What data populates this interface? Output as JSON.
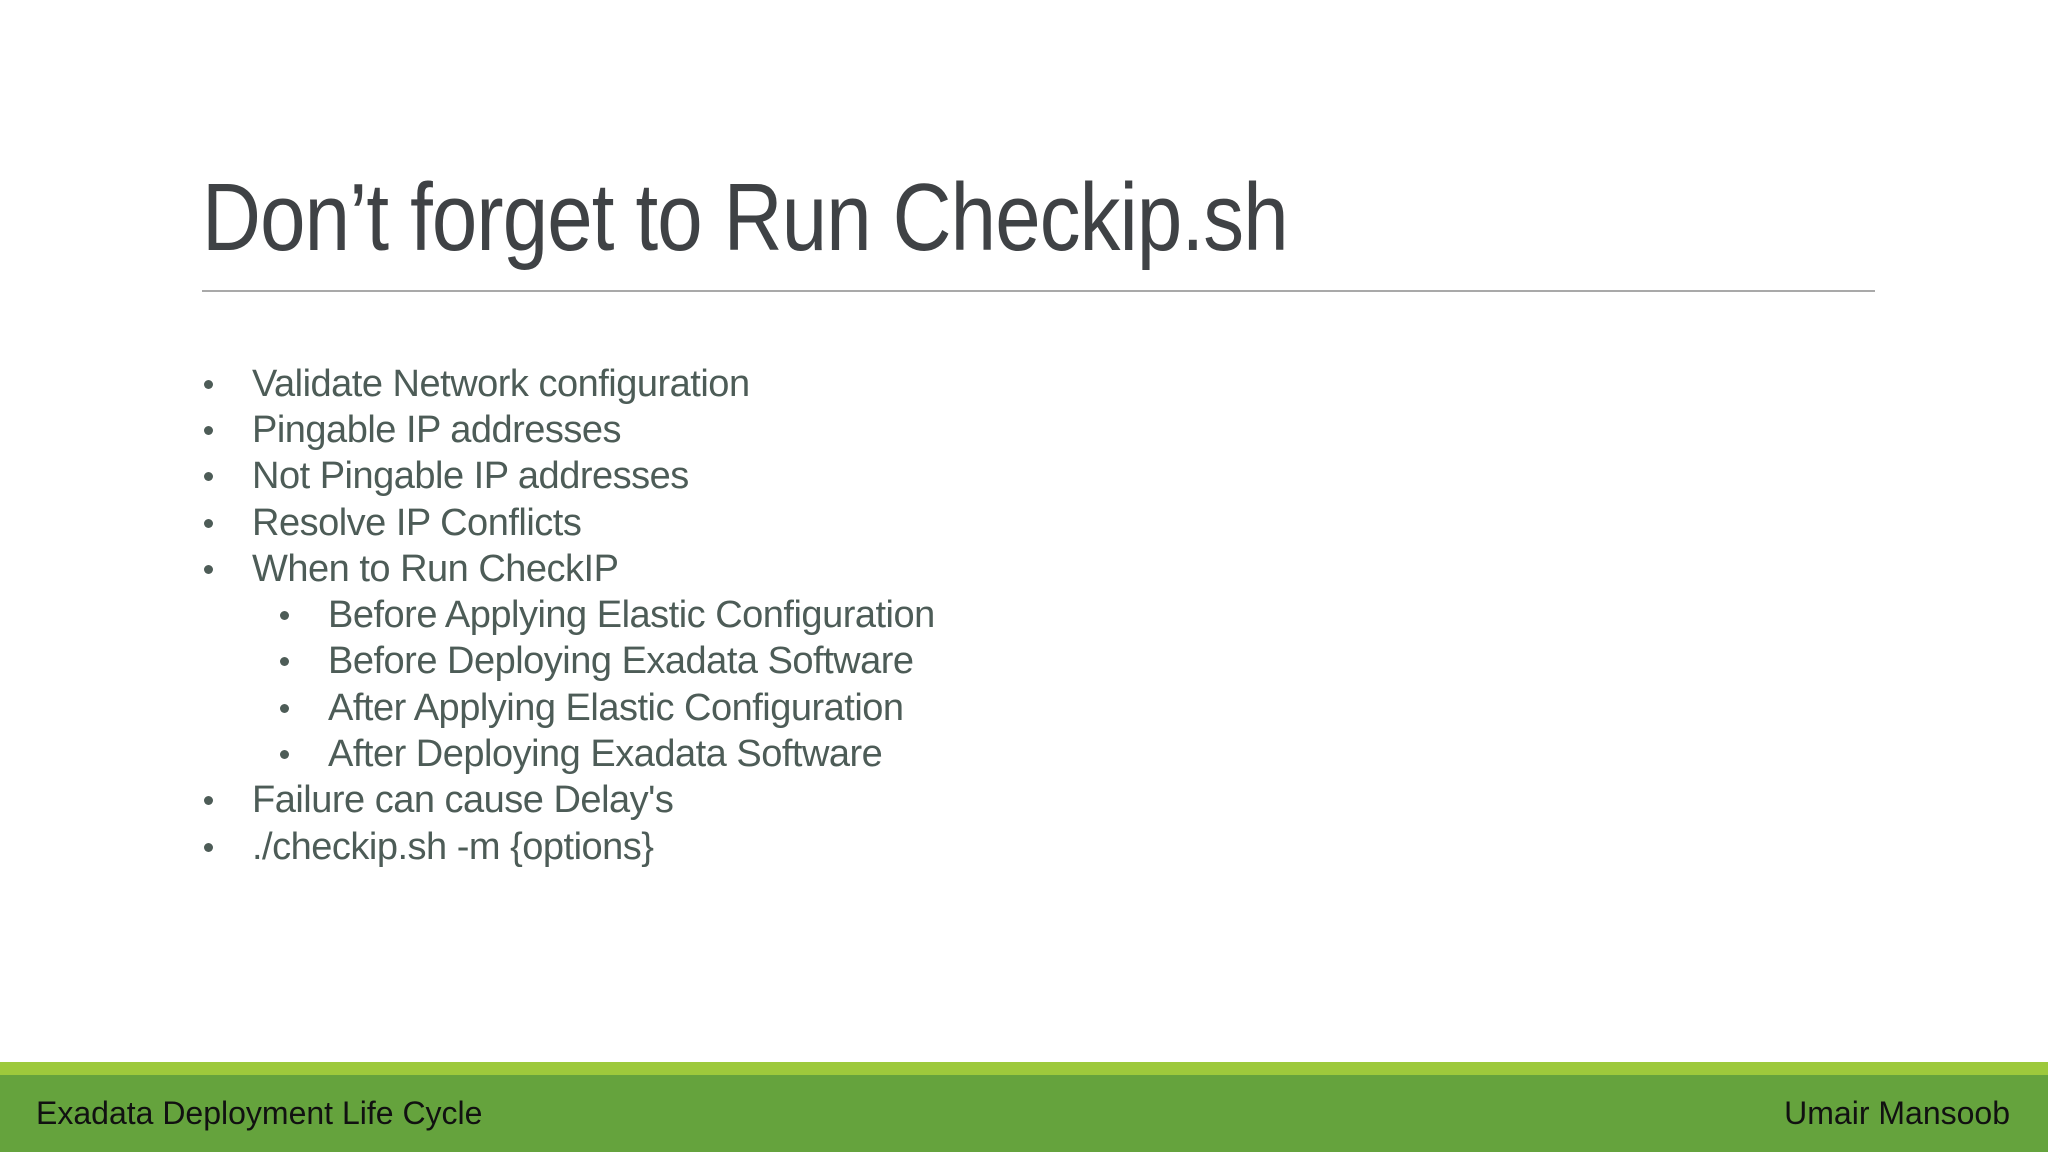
{
  "slide": {
    "title": "Don’t forget to Run Checkip.sh",
    "bullets": [
      {
        "level": 1,
        "text": "Validate Network configuration"
      },
      {
        "level": 1,
        "text": "Pingable IP addresses"
      },
      {
        "level": 1,
        "text": "Not Pingable IP addresses"
      },
      {
        "level": 1,
        "text": "Resolve IP Conflicts"
      },
      {
        "level": 1,
        "text": "When to Run CheckIP"
      },
      {
        "level": 2,
        "text": "Before Applying Elastic Configuration"
      },
      {
        "level": 2,
        "text": "Before Deploying Exadata Software"
      },
      {
        "level": 2,
        "text": "After Applying Elastic Configuration"
      },
      {
        "level": 2,
        "text": "After Deploying Exadata Software"
      },
      {
        "level": 1,
        "text": "Failure can cause Delay's"
      },
      {
        "level": 1,
        "text": "./checkip.sh -m {options}"
      }
    ],
    "footer": {
      "left": "Exadata Deployment Life Cycle",
      "right": "Umair Mansoob"
    },
    "colors": {
      "title_text": "#3F4245",
      "body_text": "#4D5C57",
      "rule": "#A9A9A9",
      "footer_green": "#65A33D",
      "footer_green_light": "#9DC93C",
      "footer_text": "#111111"
    }
  }
}
